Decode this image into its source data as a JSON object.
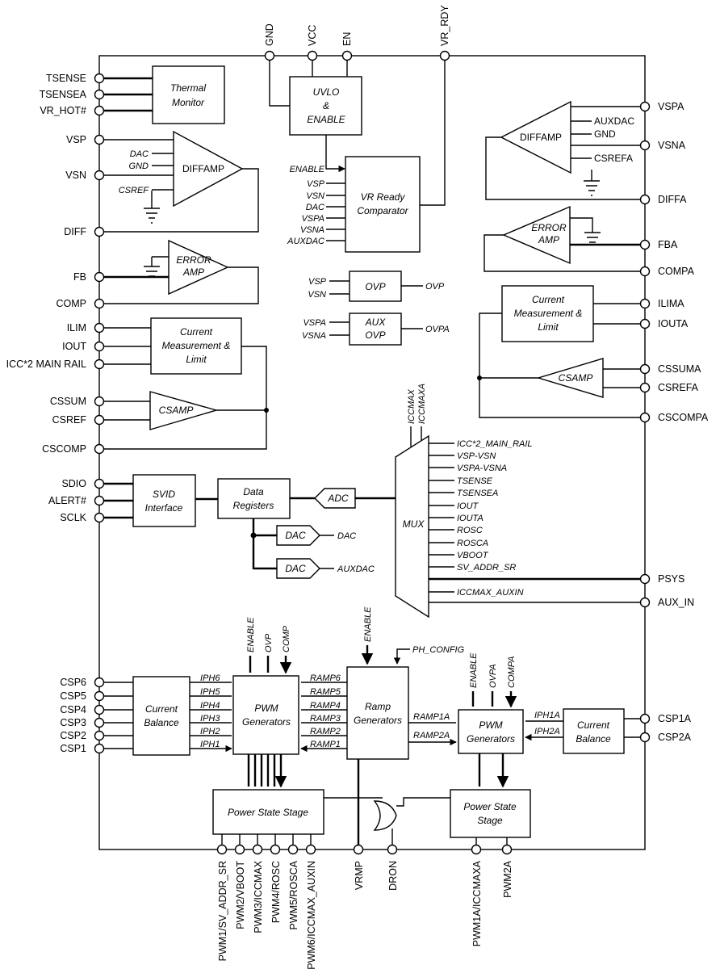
{
  "pins": {
    "top": {
      "gnd": "GND",
      "vcc": "VCC",
      "en": "EN",
      "vr_rdy": "VR_RDY"
    },
    "left": {
      "tsense": "TSENSE",
      "tsensea": "TSENSEA",
      "vr_hot": "VR_HOT#",
      "vsp": "VSP",
      "vsn": "VSN",
      "diff": "DIFF",
      "fb": "FB",
      "comp": "COMP",
      "ilim": "ILIM",
      "iout": "IOUT",
      "icc_main": "ICC*2 MAIN RAIL",
      "cssum": "CSSUM",
      "csref": "CSREF",
      "cscomp": "CSCOMP",
      "sdio": "SDIO",
      "alert": "ALERT#",
      "sclk": "SCLK",
      "csp6": "CSP6",
      "csp5": "CSP5",
      "csp4": "CSP4",
      "csp3": "CSP3",
      "csp2": "CSP2",
      "csp1": "CSP1"
    },
    "right": {
      "vspa": "VSPA",
      "vsna": "VSNA",
      "diffa": "DIFFA",
      "fba": "FBA",
      "compa": "COMPA",
      "ilima": "ILIMA",
      "iouta": "IOUTA",
      "cssuma": "CSSUMA",
      "csrefa": "CSREFA",
      "cscompa": "CSCOMPA",
      "psys": "PSYS",
      "aux_in": "AUX_IN",
      "csp1a": "CSP1A",
      "csp2a": "CSP2A"
    },
    "bottom": {
      "pwm1": "PWM1/SV_ADDR_SR",
      "pwm2": "PWM2/VBOOT",
      "pwm3": "PWM3/ICCMAX",
      "pwm4": "PWM4/ROSC",
      "pwm5": "PWM5/ROSCA",
      "pwm6": "PWM6/ICCMAX_AUXIN",
      "vrmp": "VRMP",
      "dron": "DRON",
      "pwm1a": "PWM1A/ICCMAXA",
      "pwm2a": "PWM2A"
    }
  },
  "blocks": {
    "thermal": [
      "Thermal",
      "Monitor"
    ],
    "uvlo": [
      "UVLO",
      "&",
      "ENABLE"
    ],
    "diffamp": "DIFFAMP",
    "diffamp_a": "DIFFAMP",
    "vr_ready": [
      "VR Ready",
      "Comparator"
    ],
    "error_amp": [
      "ERROR",
      "AMP"
    ],
    "error_amp_a": [
      "ERROR",
      "AMP"
    ],
    "ovp": "OVP",
    "aux_ovp": [
      "AUX",
      "OVP"
    ],
    "cur_meas": [
      "Current",
      "Measurement &",
      "Limit"
    ],
    "cur_meas_a": [
      "Current",
      "Measurement &",
      "Limit"
    ],
    "csamp": "CSAMP",
    "csamp_a": "CSAMP",
    "svid": [
      "SVID",
      "Interface"
    ],
    "data_reg": [
      "Data",
      "Registers"
    ],
    "adc": "ADC",
    "dac": "DAC",
    "auxdac": "DAC",
    "mux": "MUX",
    "cur_bal": [
      "Current",
      "Balance"
    ],
    "cur_bal_a": [
      "Current",
      "Balance"
    ],
    "pwm_gen": [
      "PWM",
      "Generators"
    ],
    "pwm_gen_a": [
      "PWM",
      "Generators"
    ],
    "ramp_gen": [
      "Ramp",
      "Generators"
    ],
    "pss": "Power State Stage",
    "pss_a": [
      "Power State",
      "Stage"
    ]
  },
  "signals": {
    "diffamp_in": [
      "DAC",
      "GND",
      "CSREF"
    ],
    "diffamp_a_in": [
      "AUXDAC",
      "GND",
      "CSREFA"
    ],
    "vrr_in": [
      "ENABLE",
      "VSP",
      "VSN",
      "DAC",
      "VSPA",
      "VSNA",
      "AUXDAC"
    ],
    "ovp_in": [
      "VSP",
      "VSN"
    ],
    "ovp_out": "OVP",
    "auxovp_in": [
      "VSPA",
      "VSNA"
    ],
    "auxovp_out": "OVPA",
    "mux_top": [
      "ICCMAX",
      "ICCMAXA"
    ],
    "mux_in": [
      "ICC*2_MAIN_RAIL",
      "VSP-VSN",
      "VSPA-VSNA",
      "TSENSE",
      "TSENSEA",
      "IOUT",
      "IOUTA",
      "ROSC",
      "ROSCA",
      "VBOOT",
      "SV_ADDR_SR"
    ],
    "mux_aux": "ICCMAX_AUXIN",
    "dac_out": "DAC",
    "auxdac_out": "AUXDAC",
    "pwm_top": [
      "ENABLE",
      "OVP",
      "COMP"
    ],
    "pwm_a_top": [
      "ENABLE",
      "OVPA",
      "COMPA"
    ],
    "ramp_top": "ENABLE",
    "ph_config": "PH_CONFIG",
    "iph": [
      "IPH6",
      "IPH5",
      "IPH4",
      "IPH3",
      "IPH2",
      "IPH1"
    ],
    "ramp": [
      "RAMP6",
      "RAMP5",
      "RAMP4",
      "RAMP3",
      "RAMP2",
      "RAMP1"
    ],
    "ramp_a": [
      "RAMP1A",
      "RAMP2A"
    ],
    "iph_a": [
      "IPH1A",
      "IPH2A"
    ]
  }
}
